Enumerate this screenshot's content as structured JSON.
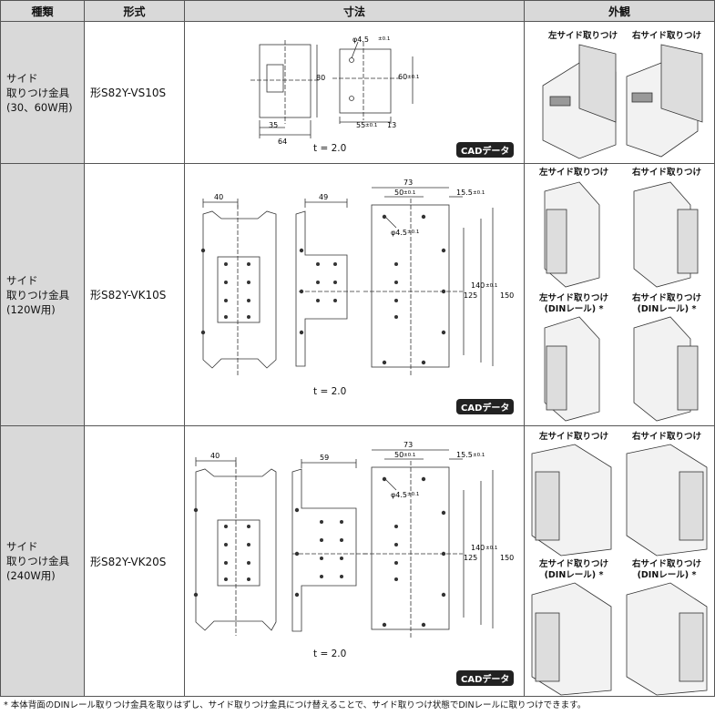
{
  "headers": {
    "kind": "種類",
    "model": "形式",
    "dims": "寸法",
    "appearance": "外観"
  },
  "rows": [
    {
      "kind": [
        "サイド",
        "取りつけ金具",
        "(30、60W用)"
      ],
      "model": "形S82Y-VS10S",
      "thickness": "t = 2.0",
      "cad": "CADデータ",
      "dims": {
        "d35": "35",
        "d64": "64",
        "d80": "80",
        "hole": "φ4.5",
        "hole_tol": "±0.1",
        "d60": "60",
        "d60_tol": "±0.1",
        "d55": "55",
        "d55_tol": "±0.1",
        "d13": "13"
      },
      "captions": [
        "左サイド取りつけ",
        "右サイド取りつけ"
      ]
    },
    {
      "kind": [
        "サイド",
        "取りつけ金具",
        "(120W用)"
      ],
      "model": "形S82Y-VK10S",
      "thickness": "t = 2.0",
      "cad": "CADデータ",
      "dims": {
        "d40": "40",
        "d49": "49",
        "d73": "73",
        "d50": "50",
        "d50_tol": "±0.1",
        "d15_5": "15.5",
        "d15_5_tol": "±0.1",
        "hole": "φ4.5",
        "hole_tol": "±0.1",
        "d140": "140",
        "d140_tol": "±0.1",
        "d125": "125",
        "d150": "150"
      },
      "captions": [
        "左サイド取りつけ",
        "右サイド取りつけ",
        "左サイド取りつけ\n(DINレール) *",
        "右サイド取りつけ\n(DINレール) *"
      ]
    },
    {
      "kind": [
        "サイド",
        "取りつけ金具",
        "(240W用)"
      ],
      "model": "形S82Y-VK20S",
      "thickness": "t = 2.0",
      "cad": "CADデータ",
      "dims": {
        "d40": "40",
        "d59": "59",
        "d73": "73",
        "d50": "50",
        "d50_tol": "±0.1",
        "d15_5": "15.5",
        "d15_5_tol": "±0.1",
        "hole": "φ4.5",
        "hole_tol": "±0.1",
        "d140": "140",
        "d140_tol": "±0.1",
        "d125": "125",
        "d150": "150"
      },
      "captions": [
        "左サイド取りつけ",
        "右サイド取りつけ",
        "左サイド取りつけ\n(DINレール) *",
        "右サイド取りつけ\n(DINレール) *"
      ]
    }
  ],
  "footnote": "* 本体背面のDINレール取りつけ金具を取りはずし、サイド取りつけ金具につけ替えることで、サイド取りつけ状態でDINレールに取りつけできます。"
}
